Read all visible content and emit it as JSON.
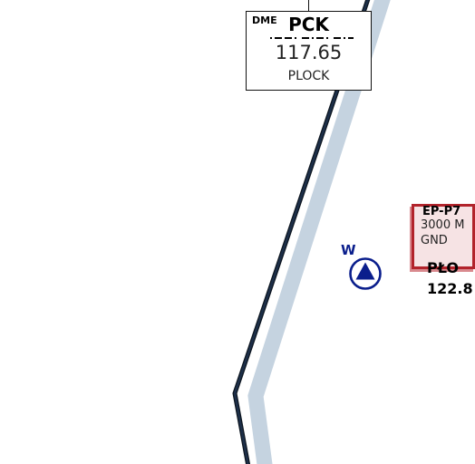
{
  "map": {
    "colors": {
      "route_line": "#1d2f49",
      "route_buffer": "#c5d3e0",
      "zone_border": "#b2232b",
      "zone_fill": "#f6e3e4",
      "waypoint": "#0a1e8c"
    }
  },
  "navaid": {
    "type": "DME",
    "ident": "PCK",
    "frequency": "117.65",
    "name": "PLOCK"
  },
  "restricted_area": {
    "name": "EP-P7",
    "upper_limit": "3000 M",
    "lower_limit": "GND"
  },
  "airport": {
    "name": "PŁO",
    "frequency": "122.8"
  },
  "reporting_point": {
    "label": "W",
    "icon": "compulsory-reporting-point-triangle-icon"
  }
}
